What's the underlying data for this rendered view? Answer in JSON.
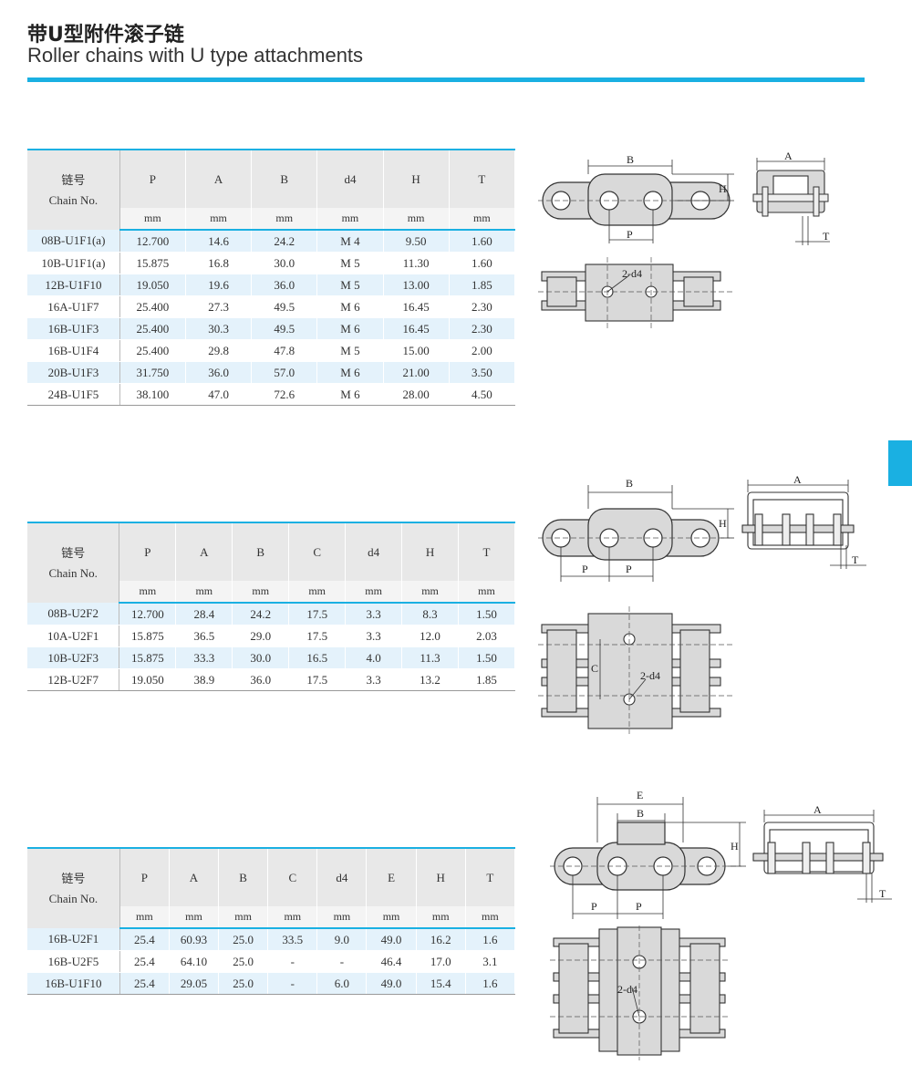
{
  "header": {
    "title_cn": "带U型附件滚子链",
    "title_en": "Roller chains with U type attachments"
  },
  "accent_color": "#1ab0e2",
  "table1": {
    "chain_label_cn": "链号",
    "chain_label_en": "Chain No.",
    "columns": [
      "P",
      "A",
      "B",
      "d4",
      "H",
      "T"
    ],
    "units": [
      "mm",
      "mm",
      "mm",
      "mm",
      "mm",
      "mm"
    ],
    "rows": [
      [
        "08B-U1F1(a)",
        "12.700",
        "14.6",
        "24.2",
        "M 4",
        "9.50",
        "1.60"
      ],
      [
        "10B-U1F1(a)",
        "15.875",
        "16.8",
        "30.0",
        "M 5",
        "11.30",
        "1.60"
      ],
      [
        "12B-U1F10",
        "19.050",
        "19.6",
        "36.0",
        "M 5",
        "13.00",
        "1.85"
      ],
      [
        "16A-U1F7",
        "25.400",
        "27.3",
        "49.5",
        "M 6",
        "16.45",
        "2.30"
      ],
      [
        "16B-U1F3",
        "25.400",
        "30.3",
        "49.5",
        "M 6",
        "16.45",
        "2.30"
      ],
      [
        "16B-U1F4",
        "25.400",
        "29.8",
        "47.8",
        "M 5",
        "15.00",
        "2.00"
      ],
      [
        "20B-U1F3",
        "31.750",
        "36.0",
        "57.0",
        "M 6",
        "21.00",
        "3.50"
      ],
      [
        "24B-U1F5",
        "38.100",
        "47.0",
        "72.6",
        "M 6",
        "28.00",
        "4.50"
      ]
    ]
  },
  "table2": {
    "chain_label_cn": "链号",
    "chain_label_en": "Chain No.",
    "columns": [
      "P",
      "A",
      "B",
      "C",
      "d4",
      "H",
      "T"
    ],
    "units": [
      "mm",
      "mm",
      "mm",
      "mm",
      "mm",
      "mm",
      "mm"
    ],
    "rows": [
      [
        "08B-U2F2",
        "12.700",
        "28.4",
        "24.2",
        "17.5",
        "3.3",
        "8.3",
        "1.50"
      ],
      [
        "10A-U2F1",
        "15.875",
        "36.5",
        "29.0",
        "17.5",
        "3.3",
        "12.0",
        "2.03"
      ],
      [
        "10B-U2F3",
        "15.875",
        "33.3",
        "30.0",
        "16.5",
        "4.0",
        "11.3",
        "1.50"
      ],
      [
        "12B-U2F7",
        "19.050",
        "38.9",
        "36.0",
        "17.5",
        "3.3",
        "13.2",
        "1.85"
      ]
    ]
  },
  "table3": {
    "chain_label_cn": "链号",
    "chain_label_en": "Chain No.",
    "columns": [
      "P",
      "A",
      "B",
      "C",
      "d4",
      "E",
      "H",
      "T"
    ],
    "units": [
      "mm",
      "mm",
      "mm",
      "mm",
      "mm",
      "mm",
      "mm",
      "mm"
    ],
    "rows": [
      [
        "16B-U2F1",
        "25.4",
        "60.93",
        "25.0",
        "33.5",
        "9.0",
        "49.0",
        "16.2",
        "1.6"
      ],
      [
        "16B-U2F5",
        "25.4",
        "64.10",
        "25.0",
        "-",
        "-",
        "46.4",
        "17.0",
        "3.1"
      ],
      [
        "16B-U1F10",
        "25.4",
        "29.05",
        "25.0",
        "-",
        "6.0",
        "49.0",
        "15.4",
        "1.6"
      ]
    ]
  },
  "drawing_labels": {
    "P": "P",
    "A": "A",
    "B": "B",
    "C": "C",
    "E": "E",
    "H": "H",
    "T": "T",
    "hole": "2-d4"
  }
}
